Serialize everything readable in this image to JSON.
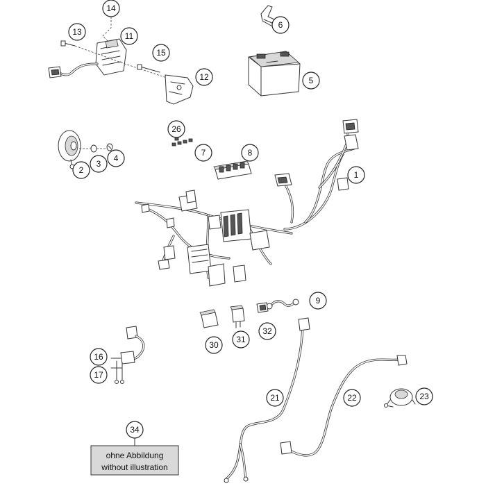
{
  "callouts": [
    {
      "id": "c1",
      "label": "1"
    },
    {
      "id": "c2",
      "label": "2"
    },
    {
      "id": "c3",
      "label": "3"
    },
    {
      "id": "c4",
      "label": "4"
    },
    {
      "id": "c5",
      "label": "5"
    },
    {
      "id": "c6",
      "label": "6"
    },
    {
      "id": "c7",
      "label": "7"
    },
    {
      "id": "c8",
      "label": "8"
    },
    {
      "id": "c9",
      "label": "9"
    },
    {
      "id": "c11",
      "label": "11"
    },
    {
      "id": "c12",
      "label": "12"
    },
    {
      "id": "c13",
      "label": "13"
    },
    {
      "id": "c14",
      "label": "14"
    },
    {
      "id": "c15",
      "label": "15"
    },
    {
      "id": "c16",
      "label": "16"
    },
    {
      "id": "c17",
      "label": "17"
    },
    {
      "id": "c21",
      "label": "21"
    },
    {
      "id": "c22",
      "label": "22"
    },
    {
      "id": "c23",
      "label": "23"
    },
    {
      "id": "c26",
      "label": "26"
    },
    {
      "id": "c30",
      "label": "30"
    },
    {
      "id": "c31",
      "label": "31"
    },
    {
      "id": "c32",
      "label": "32"
    },
    {
      "id": "c34",
      "label": "34"
    }
  ],
  "note": {
    "line1": "ohne Abbildung",
    "line2": "without illustration"
  }
}
